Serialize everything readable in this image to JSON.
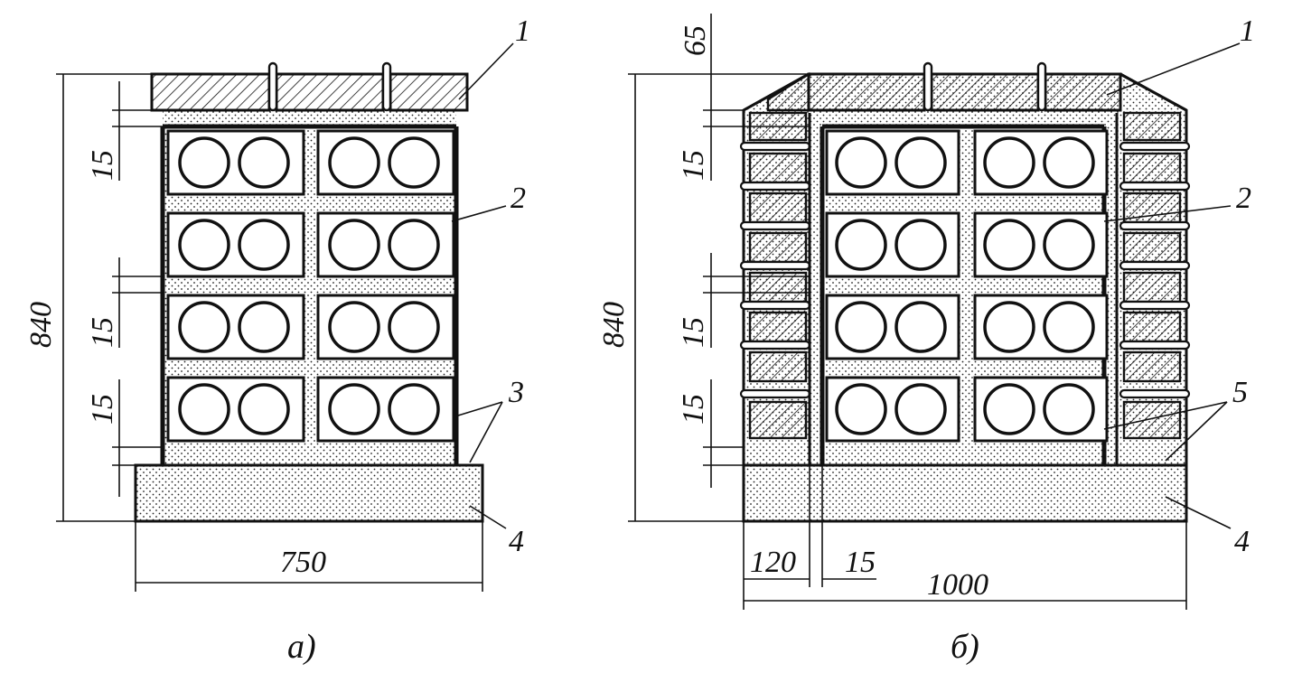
{
  "figure_a": {
    "caption": "а)",
    "dims": {
      "height": "840",
      "width": "750",
      "gap_top": "15",
      "gap_mid": "15",
      "gap_bottom": "15"
    },
    "callouts": [
      "1",
      "2",
      "3",
      "4"
    ]
  },
  "figure_b": {
    "caption": "б)",
    "dims": {
      "top": "65",
      "height": "840",
      "width": "1000",
      "brick": "120",
      "gap": "15",
      "gap_top": "15",
      "gap_mid": "15",
      "gap_bottom": "15"
    },
    "callouts": [
      "1",
      "2",
      "5",
      "4"
    ]
  },
  "colors": {
    "line": "#111111",
    "background": "#ffffff"
  }
}
